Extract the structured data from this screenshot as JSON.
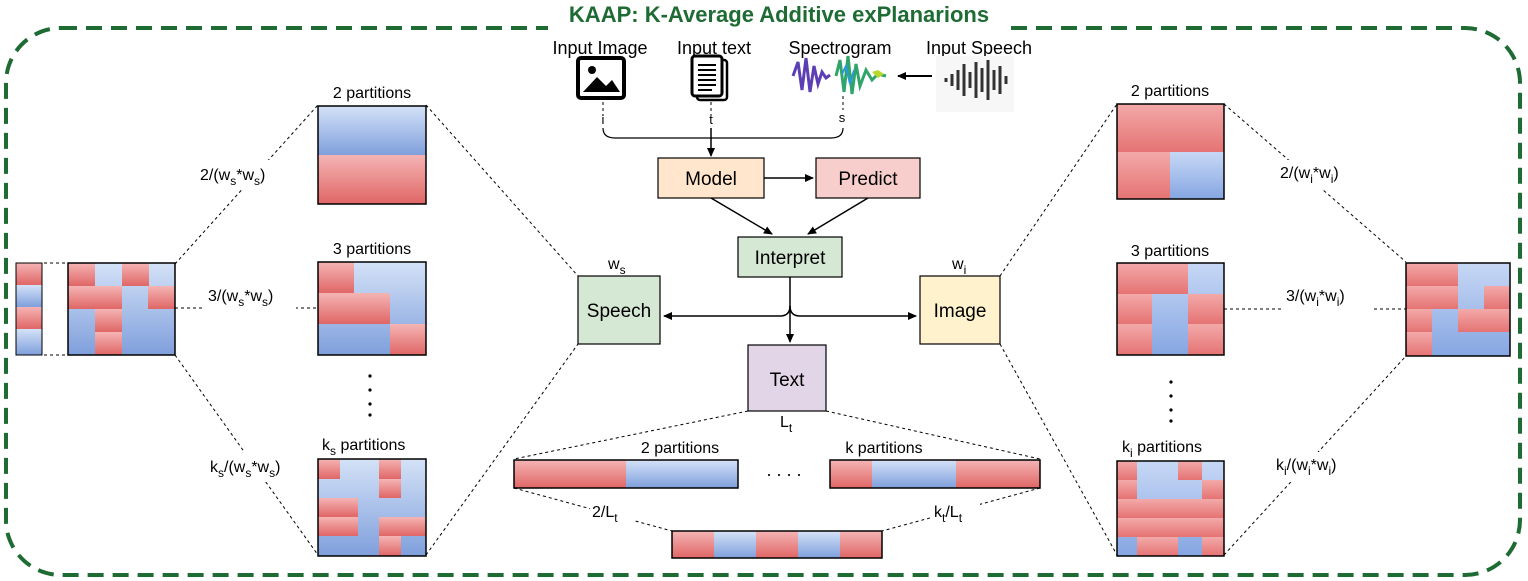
{
  "title": "KAAP: K-Average Additive exPlanarions",
  "inputs": {
    "image": "Input Image",
    "text": "Input text",
    "spectrogram": "Spectrogram",
    "speech": "Input Speech",
    "image_var": "i",
    "text_var": "t",
    "speech_var": "s"
  },
  "boxes": {
    "model": "Model",
    "predict": "Predict",
    "interpret": "Interpret",
    "speech": "Speech",
    "image": "Image",
    "text": "Text"
  },
  "weights": {
    "speech": "w",
    "speech_sub": "s",
    "image": "w",
    "image_sub": "i",
    "text": "L",
    "text_sub": "t"
  },
  "speech_panel": {
    "label_2": "2 partitions",
    "label_3": "3 partitions",
    "label_k": "k",
    "label_k_sub": "s",
    "label_k_rest": " partitions",
    "frac_2": "2/(w",
    "frac_3": "3/(w",
    "frac_k": "k",
    "frac_k_rest": "/(w",
    "sub": "s",
    "dots": "."
  },
  "image_panel": {
    "label_2": "2 partitions",
    "label_3": "3 partitions",
    "label_k": "k",
    "label_k_sub": "i",
    "label_k_rest": " partitions",
    "frac_2": "2/(w",
    "frac_3": "3/(w",
    "frac_k": "k",
    "frac_k_rest": "/(w",
    "sub": "i"
  },
  "text_panel": {
    "label_2": "2 partitions",
    "label_k": "k partitions",
    "dots": ". . . .",
    "frac_2": "2/L",
    "frac_2_sub": "t",
    "frac_k": "k",
    "frac_k_sub": "t",
    "frac_k_rest": "/L",
    "frac_k_sub2": "t"
  },
  "colors": {
    "title": "#1e6b34",
    "border": "#1e6b34",
    "red": "#ea7a7a",
    "blue": "#88a8e4",
    "model_fill": "#ffe6cc",
    "predict_fill": "#f8cecc",
    "interpret_fill": "#d5e8d4",
    "speech_fill": "#d5e8d4",
    "image_fill": "#fff2cc",
    "text_fill": "#e1d5e7"
  }
}
